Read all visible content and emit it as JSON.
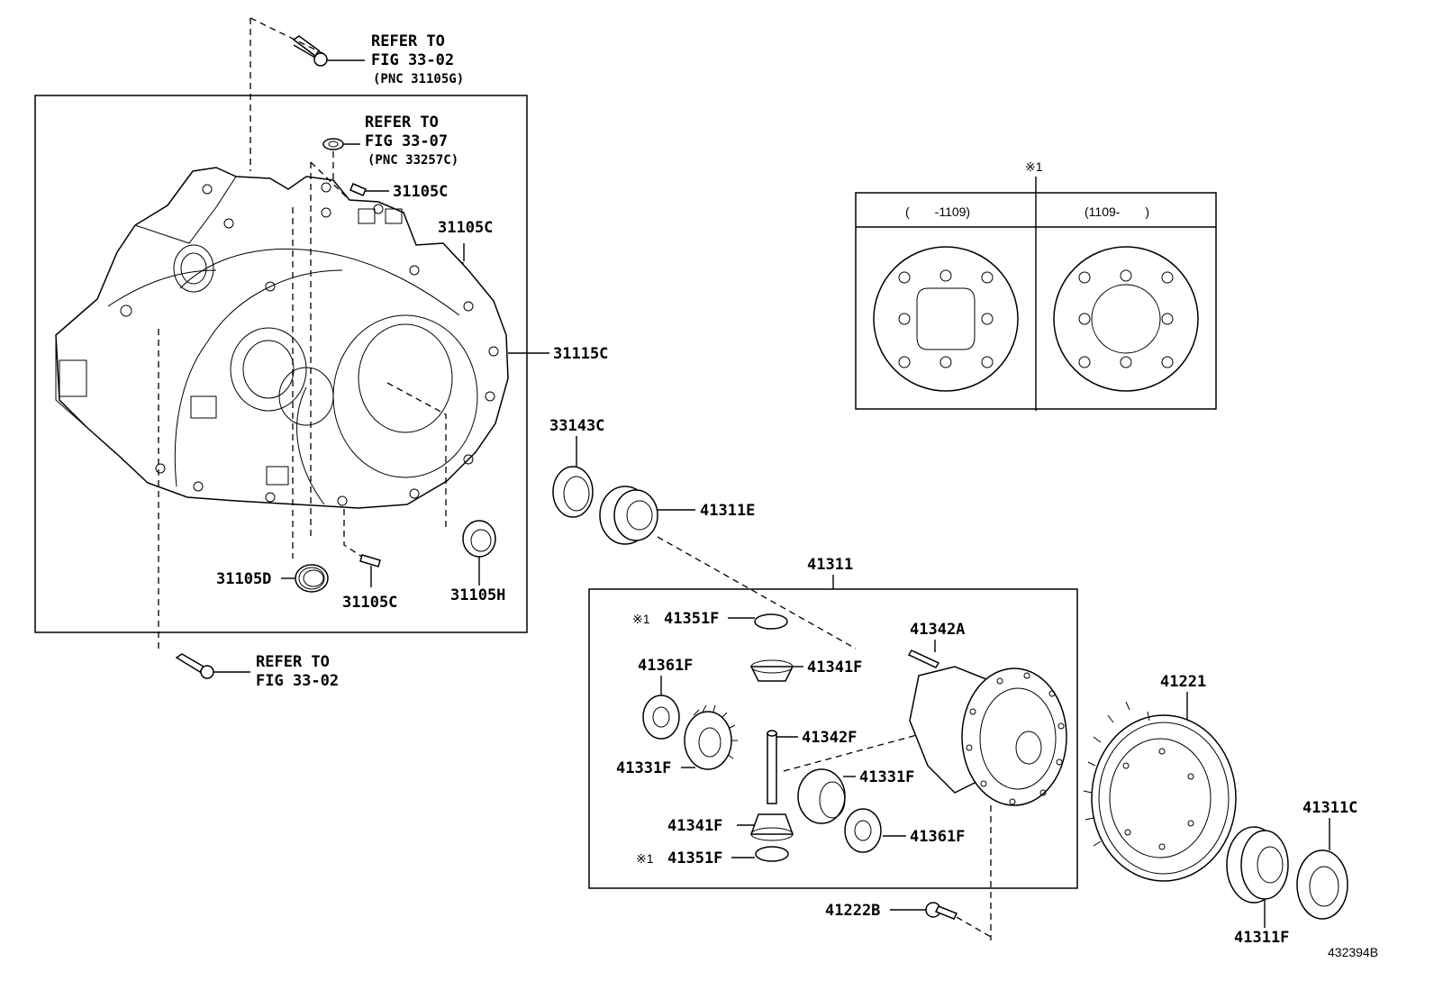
{
  "refs": {
    "ref1_line1": "REFER TO",
    "ref1_line2": "FIG 33-02",
    "ref1_line3": "(PNC 31105G)",
    "ref2_line1": "REFER TO",
    "ref2_line2": "FIG 33-07",
    "ref2_line3": "(PNC 33257C)",
    "ref3_line1": "REFER TO",
    "ref3_line2": "FIG 33-02"
  },
  "labels": {
    "p31105C_a": "31105C",
    "p31105C_b": "31105C",
    "p31105C_c": "31105C",
    "p31115C": "31115C",
    "p31105D": "31105D",
    "p31105H": "31105H",
    "p33143C": "33143C",
    "p41311E": "41311E",
    "p41311": "41311",
    "p41351F_a": "41351F",
    "p41351F_b": "41351F",
    "p41341F_a": "41341F",
    "p41341F_b": "41341F",
    "p41342A": "41342A",
    "p41361F_a": "41361F",
    "p41361F_b": "41361F",
    "p41342F": "41342F",
    "p41331F_a": "41331F",
    "p41331F_b": "41331F",
    "p41221": "41221",
    "p41311C": "41311C",
    "p41311F": "41311F",
    "p41222B": "41222B",
    "mark": "※1",
    "mark_a": "※1",
    "mark_b": "※1"
  },
  "inset": {
    "mark": "※1",
    "col_left": "(　　-1109)",
    "col_right": "(1109-　　)"
  },
  "figure_code": "432394B"
}
